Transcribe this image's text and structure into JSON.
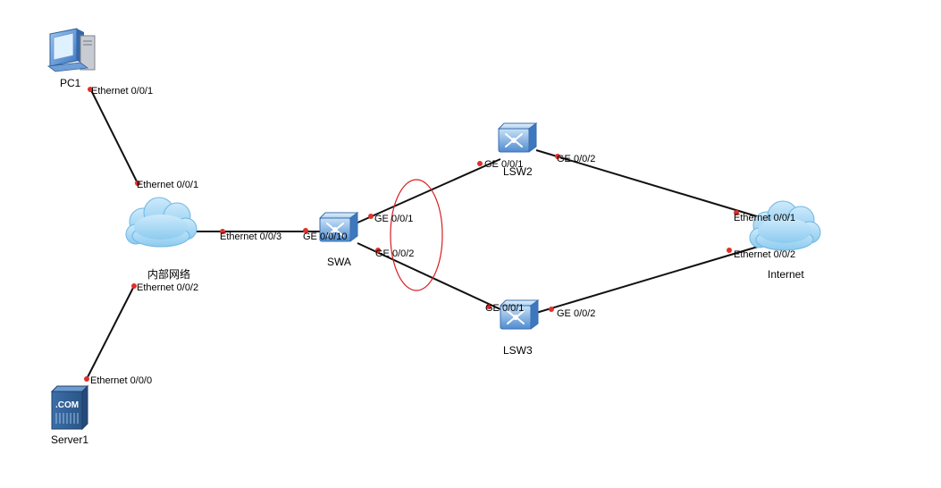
{
  "devices": {
    "pc1": "PC1",
    "server1": "Server1",
    "internal_network": "内部网络",
    "swa": "SWA",
    "lsw2": "LSW2",
    "lsw3": "LSW3",
    "internet": "Internet"
  },
  "ports": {
    "pc1_eth": "Ethernet 0/0/1",
    "net_eth1": "Ethernet 0/0/1",
    "net_eth3": "Ethernet 0/0/3",
    "net_eth2": "Ethernet 0/0/2",
    "server_eth0": "Ethernet 0/0/0",
    "swa_ge10": "GE 0/0/10",
    "swa_ge1": "GE 0/0/1",
    "swa_ge2": "GE 0/0/2",
    "lsw2_ge1": "GE 0/0/1",
    "lsw2_ge2": "GE 0/0/2",
    "lsw3_ge1": "GE 0/0/1",
    "lsw3_ge2": "GE 0/0/2",
    "inet_eth1": "Ethernet 0/0/1",
    "inet_eth2": "Ethernet 0/0/2"
  },
  "colors": {
    "link": "#111111",
    "port_dot": "#e0302a",
    "highlight": "#d81e1e",
    "switch_body": "#5b95d6",
    "cloud": "#9fd4f2"
  },
  "icons": {
    "pc": "pc-icon",
    "server": "server-icon",
    "switch": "switch-icon",
    "cloud": "cloud-icon"
  },
  "server_badge": ".COM"
}
